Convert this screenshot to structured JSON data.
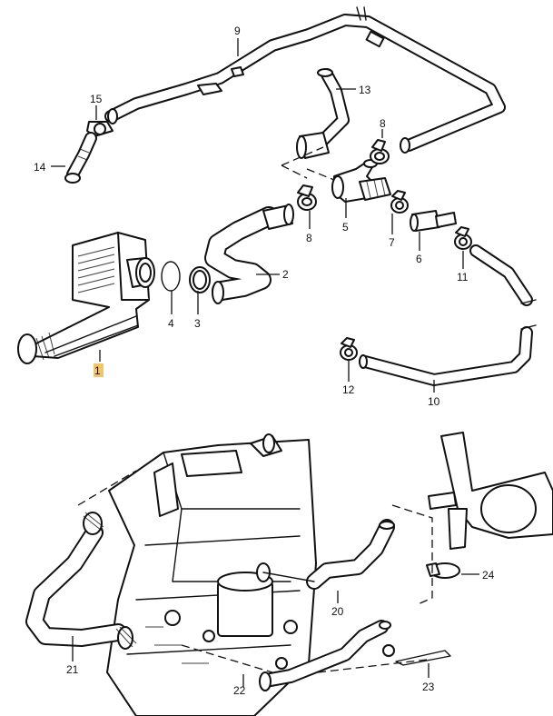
{
  "diagram": {
    "callouts": [
      {
        "id": "c1",
        "label": "1"
      },
      {
        "id": "c2",
        "label": "2"
      },
      {
        "id": "c3",
        "label": "3"
      },
      {
        "id": "c4",
        "label": "4"
      },
      {
        "id": "c5",
        "label": "5"
      },
      {
        "id": "c6",
        "label": "6"
      },
      {
        "id": "c7",
        "label": "7"
      },
      {
        "id": "c8a",
        "label": "8"
      },
      {
        "id": "c8b",
        "label": "8"
      },
      {
        "id": "c9",
        "label": "9"
      },
      {
        "id": "c10",
        "label": "10"
      },
      {
        "id": "c11",
        "label": "11"
      },
      {
        "id": "c12",
        "label": "12"
      },
      {
        "id": "c13",
        "label": "13"
      },
      {
        "id": "c14",
        "label": "14"
      },
      {
        "id": "c15",
        "label": "15"
      },
      {
        "id": "c20",
        "label": "20"
      },
      {
        "id": "c21",
        "label": "21"
      },
      {
        "id": "c22",
        "label": "22"
      },
      {
        "id": "c23",
        "label": "23"
      },
      {
        "id": "c24",
        "label": "24"
      }
    ],
    "highlight_color": "#f3c56a",
    "line_color": "#111111"
  }
}
